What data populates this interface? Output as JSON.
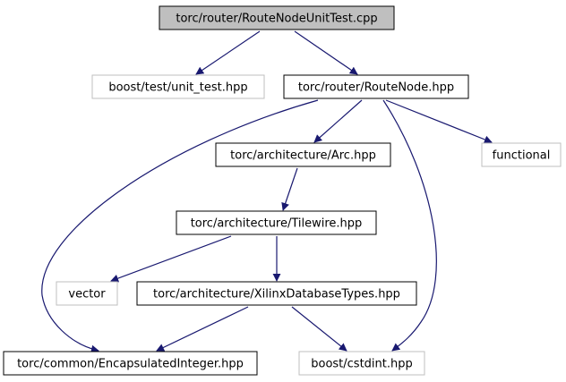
{
  "graph": {
    "nodes": [
      {
        "id": "root",
        "label": "torc/router/RouteNodeUnitTest.cpp",
        "style": "root"
      },
      {
        "id": "unit_test",
        "label": "boost/test/unit_test.hpp",
        "style": "external"
      },
      {
        "id": "routenode",
        "label": "torc/router/RouteNode.hpp",
        "style": "normal"
      },
      {
        "id": "arc",
        "label": "torc/architecture/Arc.hpp",
        "style": "normal"
      },
      {
        "id": "functional",
        "label": "functional",
        "style": "external"
      },
      {
        "id": "tilewire",
        "label": "torc/architecture/Tilewire.hpp",
        "style": "normal"
      },
      {
        "id": "vector",
        "label": "vector",
        "style": "external"
      },
      {
        "id": "xdt",
        "label": "torc/architecture/XilinxDatabaseTypes.hpp",
        "style": "normal"
      },
      {
        "id": "encint",
        "label": "torc/common/EncapsulatedInteger.hpp",
        "style": "normal"
      },
      {
        "id": "cstdint",
        "label": "boost/cstdint.hpp",
        "style": "external"
      }
    ],
    "edges": [
      {
        "from": "root",
        "to": "unit_test"
      },
      {
        "from": "root",
        "to": "routenode"
      },
      {
        "from": "routenode",
        "to": "arc"
      },
      {
        "from": "routenode",
        "to": "functional"
      },
      {
        "from": "routenode",
        "to": "encint"
      },
      {
        "from": "routenode",
        "to": "cstdint"
      },
      {
        "from": "arc",
        "to": "tilewire"
      },
      {
        "from": "tilewire",
        "to": "vector"
      },
      {
        "from": "tilewire",
        "to": "xdt"
      },
      {
        "from": "xdt",
        "to": "encint"
      },
      {
        "from": "xdt",
        "to": "cstdint"
      }
    ],
    "colors": {
      "root_fill": "#bfbfbf",
      "normal_border": "#000000",
      "external_border": "#bfbfbf",
      "edge": "#191970",
      "text": "#000000"
    }
  }
}
